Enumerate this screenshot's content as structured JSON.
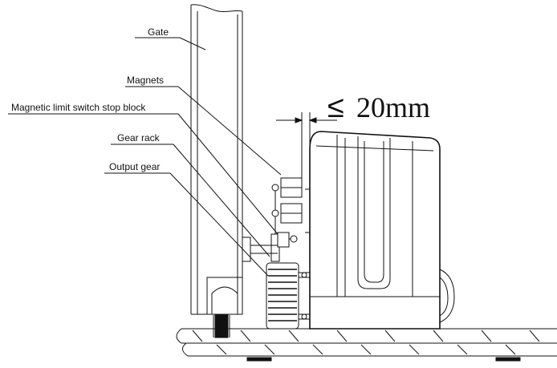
{
  "labels": {
    "gate": "Gate",
    "magnets": "Magnets",
    "stop_block": "Magnetic limit switch stop block",
    "gear_rack": "Gear rack",
    "output_gear": "Output gear"
  },
  "dimension": {
    "symbol": "≤",
    "value": "20mm"
  }
}
